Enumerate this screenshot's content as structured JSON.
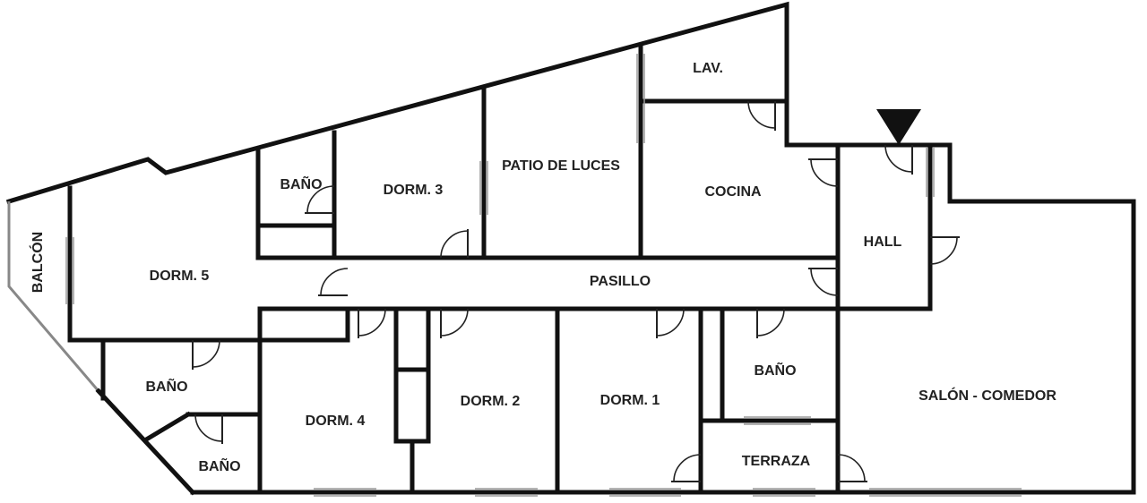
{
  "rooms": {
    "balcon": "BALCÓN",
    "dorm5": "DORM. 5",
    "bano_top": "BAÑO",
    "dorm3": "DORM. 3",
    "patio": "PATIO DE LUCES",
    "lav": "LAV.",
    "cocina": "COCINA",
    "hall": "HALL",
    "pasillo": "PASILLO",
    "bano_left": "BAÑO",
    "bano_bottom": "BAÑO",
    "dorm4": "DORM. 4",
    "dorm2": "DORM. 2",
    "dorm1": "DORM. 1",
    "bano_right": "BAÑO",
    "terraza": "TERRAZA",
    "salon": "SALÓN - COMEDOR"
  },
  "icons": {
    "entrance": "entrance-arrow-icon"
  },
  "colors": {
    "wall": "#111111",
    "background": "#ffffff"
  }
}
